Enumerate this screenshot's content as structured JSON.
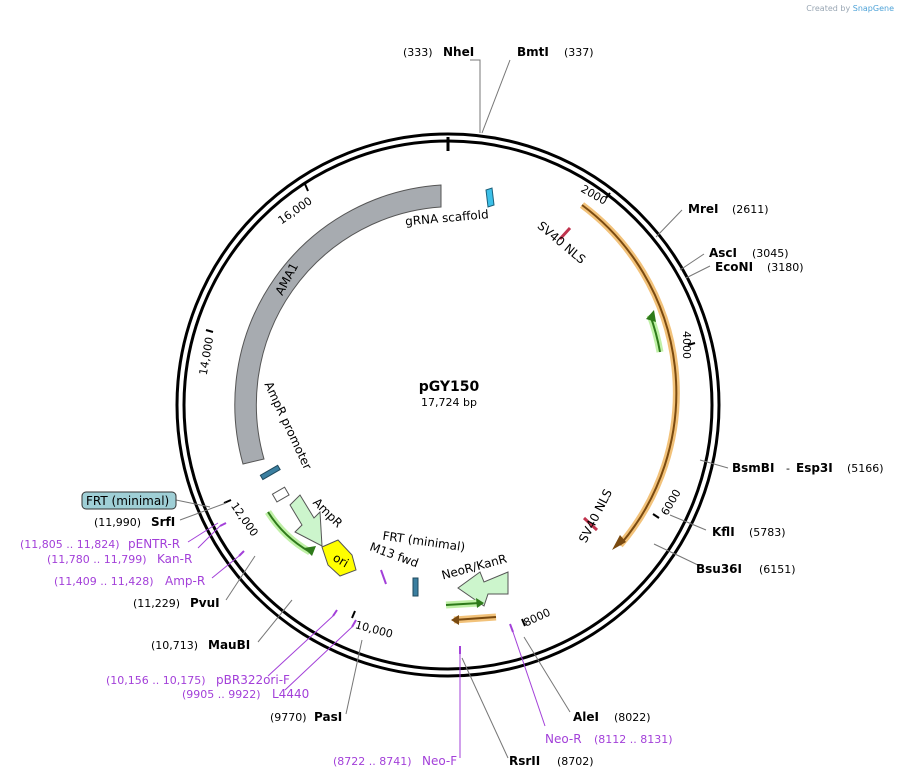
{
  "watermark": {
    "prefix": "Created by",
    "brand": "SnapGene"
  },
  "plasmid": {
    "name": "pGY150",
    "length_label": "17,724 bp"
  },
  "ticks": [
    "2000",
    "4000",
    "6000",
    "8000",
    "10,000",
    "12,000",
    "14,000",
    "16,000"
  ],
  "features": {
    "gRNA_scaffold": "gRNA scaffold",
    "sv40_nls_1": "SV40 NLS",
    "sv40_nls_2": "SV40 NLS",
    "ama1": "AMA1",
    "ampr_promoter": "AmpR promoter",
    "ampr": "AmpR",
    "ori": "ori",
    "frt_minimal_inner": "FRT (minimal)",
    "m13_fwd": "M13 fwd",
    "neor_kanr": "NeoR/KanR",
    "frt_minimal_box": "FRT (minimal)"
  },
  "enzymes": {
    "nhei": {
      "name": "NheI",
      "pos": "(333)"
    },
    "bmti": {
      "name": "BmtI",
      "pos": "(337)"
    },
    "mrei": {
      "name": "MreI",
      "pos": "(2611)"
    },
    "asci": {
      "name": "AscI",
      "pos": "(3045)"
    },
    "econi": {
      "name": "EcoNI",
      "pos": "(3180)"
    },
    "bsmbi": {
      "name": "BsmBI",
      "sep": "-",
      "name2": "Esp3I",
      "pos": "(5166)"
    },
    "kfli": {
      "name": "KflI",
      "pos": "(5783)"
    },
    "bsu36i": {
      "name": "Bsu36I",
      "pos": "(6151)"
    },
    "alei": {
      "name": "AleI",
      "pos": "(8022)"
    },
    "rsrii": {
      "name": "RsrII",
      "pos": "(8702)"
    },
    "pasi": {
      "name": "PasI",
      "pos": "(9770)"
    },
    "maubi": {
      "name": "MauBI",
      "pos": "(10,713)"
    },
    "pvui": {
      "name": "PvuI",
      "pos": "(11,229)"
    },
    "srfi": {
      "name": "SrfI",
      "pos": "(11,990)"
    }
  },
  "primers": {
    "neo_r": {
      "name": "Neo-R",
      "range": "(8112 .. 8131)"
    },
    "neo_f": {
      "name": "Neo-F",
      "range": "(8722 .. 8741)"
    },
    "l4440": {
      "name": "L4440",
      "range": "(9905 .. 9922)"
    },
    "pbr322ori_f": {
      "name": "pBR322ori-F",
      "range": "(10,156 .. 10,175)"
    },
    "amp_r": {
      "name": "Amp-R",
      "range": "(11,409 .. 11,428)"
    },
    "kan_r": {
      "name": "Kan-R",
      "range": "(11,780 .. 11,799)"
    },
    "pentr_r": {
      "name": "pENTR-R",
      "range": "(11,805 .. 11,824)"
    }
  },
  "colors": {
    "ama1": "#a7abb0",
    "ampr": "#ccf5cc",
    "ori": "#ffff00",
    "frt_box": "#9fcfd6",
    "primer": "#a340d9",
    "orf_orange": "#f2a43a",
    "orf_green": "#4aa833",
    "gRNA": "#3cc0e8"
  }
}
